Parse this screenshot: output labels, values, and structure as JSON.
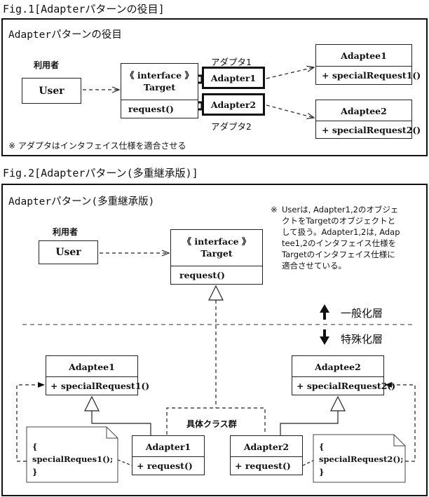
{
  "fig1": {
    "caption": "Fig.1[Adapterパターンの役目]",
    "heading": "Adapterパターンの役目",
    "user_role": "利用者",
    "user": "User",
    "interface_stereo": "《 interface 》",
    "interface_name": "Target",
    "interface_method": "request()",
    "adapter1_top_label": "アダプタ1",
    "adapter1": "Adapter1",
    "adapter2": "Adapter2",
    "adapter2_bottom_label": "アダプタ2",
    "adaptee1": "Adaptee1",
    "adaptee1_method": "+ specialRequest1()",
    "adaptee2": "Adaptee2",
    "adaptee2_method": "+ specialRequest2()",
    "note": "※ アダプタはインタフェイス仕様を適合させる"
  },
  "fig2": {
    "caption": "Fig.2[Adapterパターン(多重継承版)]",
    "heading": "Adapterパターン(多重継承版)",
    "note_mark": "※",
    "note_lines": [
      "Userは, Adapter1,2のオブジェ",
      "クトをTargetのオブジェクトと",
      "して扱う。Adapter1,2は, Adap",
      "tee1,2のインタフェイス仕様を",
      "Targetのインタフェイス仕様に",
      "適合させている。"
    ],
    "user_role": "利用者",
    "user": "User",
    "interface_stereo": "《 interface 》",
    "interface_name": "Target",
    "interface_method": "request()",
    "general_layer": "一般化層",
    "special_layer": "特殊化層",
    "adaptee1": "Adaptee1",
    "adaptee1_method": "+ specialRequest1()",
    "adaptee2": "Adaptee2",
    "adaptee2_method": "+ specialRequest2()",
    "concrete_group": "具体クラス群",
    "adapter1": "Adapter1",
    "adapter1_method": "+ request()",
    "adapter2": "Adapter2",
    "adapter2_method": "+ request()",
    "code1": [
      "{",
      "specialReques1();",
      "}"
    ],
    "code2": [
      "{",
      "specialRequest2();",
      "}"
    ]
  }
}
